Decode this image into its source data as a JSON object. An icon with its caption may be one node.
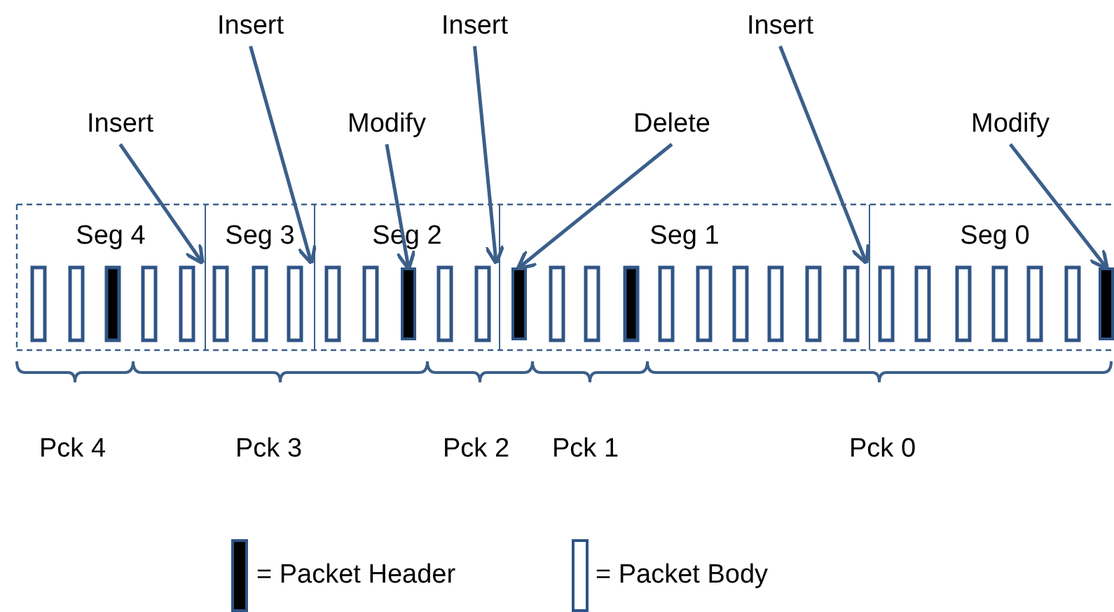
{
  "diagram": {
    "nodes": [
      {
        "text": [
          "Insert"
        ]
      },
      {
        "text": [
          "Insert"
        ]
      },
      {
        "text": [
          "Insert"
        ]
      },
      {
        "text": [
          "Insert"
        ]
      },
      {
        "text": [
          "Modify"
        ]
      },
      {
        "text": [
          "Delete"
        ]
      },
      {
        "text": [
          "Modify"
        ]
      },
      {
        "text": [
          "Seg 4"
        ]
      },
      {
        "text": [
          "Seg 3"
        ]
      },
      {
        "text": [
          "Seg 2"
        ]
      },
      {
        "text": [
          "Seg 1"
        ]
      },
      {
        "text": [
          "Seg 0"
        ]
      },
      {
        "text": [],
        "shape": "bar",
        "in": 9
      },
      {
        "text": [],
        "shape": "bar",
        "in": 10
      },
      {
        "text": [],
        "shape": "bar",
        "in": 11
      }
    ],
    "edges": [
      {
        "from": 0,
        "to": 8,
        "arrow": "to"
      },
      {
        "from": 1,
        "to": 9,
        "arrow": "to"
      },
      {
        "from": 2,
        "to": 10,
        "arrow": "to"
      },
      {
        "from": 3,
        "to": 7,
        "arrow": "to"
      },
      {
        "from": 4,
        "to": 12,
        "arrow": "to"
      },
      {
        "from": 5,
        "to": 13,
        "arrow": "to"
      },
      {
        "from": 6,
        "to": 14,
        "arrow": "to"
      }
    ],
    "labels": [
      "Pck 4",
      "Pck 3",
      "Pck 2",
      "Pck 1",
      "Pck 0"
    ],
    "legend": [
      {
        "text": "= Packet Header",
        "color": "#000000"
      },
      {
        "text": "= Packet Body"
      }
    ]
  }
}
